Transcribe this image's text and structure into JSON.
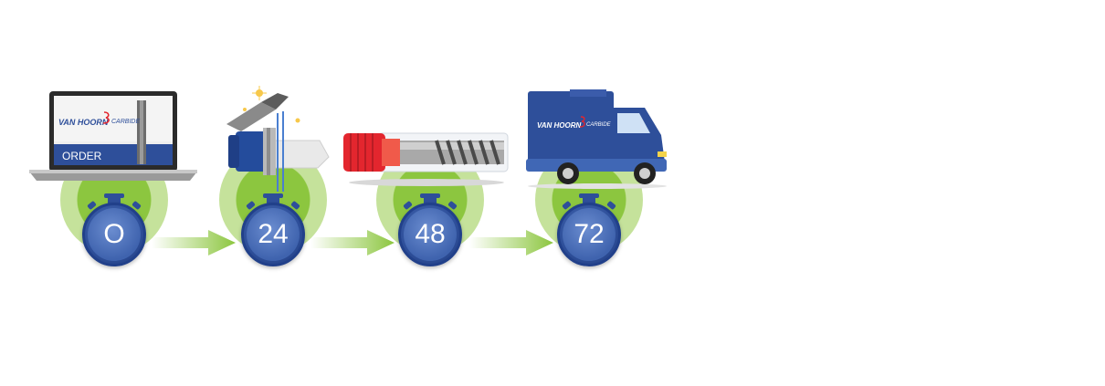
{
  "laptop": {
    "brand_logo_text": "VAN HOORN",
    "brand_logo_sub": "CARBIDE",
    "order_label": "ORDER"
  },
  "truck": {
    "brand_logo_text": "VAN HOORN",
    "brand_logo_sub": "CARBIDE"
  },
  "steps": [
    {
      "label": "O"
    },
    {
      "label": "24"
    },
    {
      "label": "48"
    },
    {
      "label": "72"
    }
  ],
  "colors": {
    "brand_blue": "#2e4f9a",
    "green": "#8cc63f",
    "red": "#e3262e"
  }
}
